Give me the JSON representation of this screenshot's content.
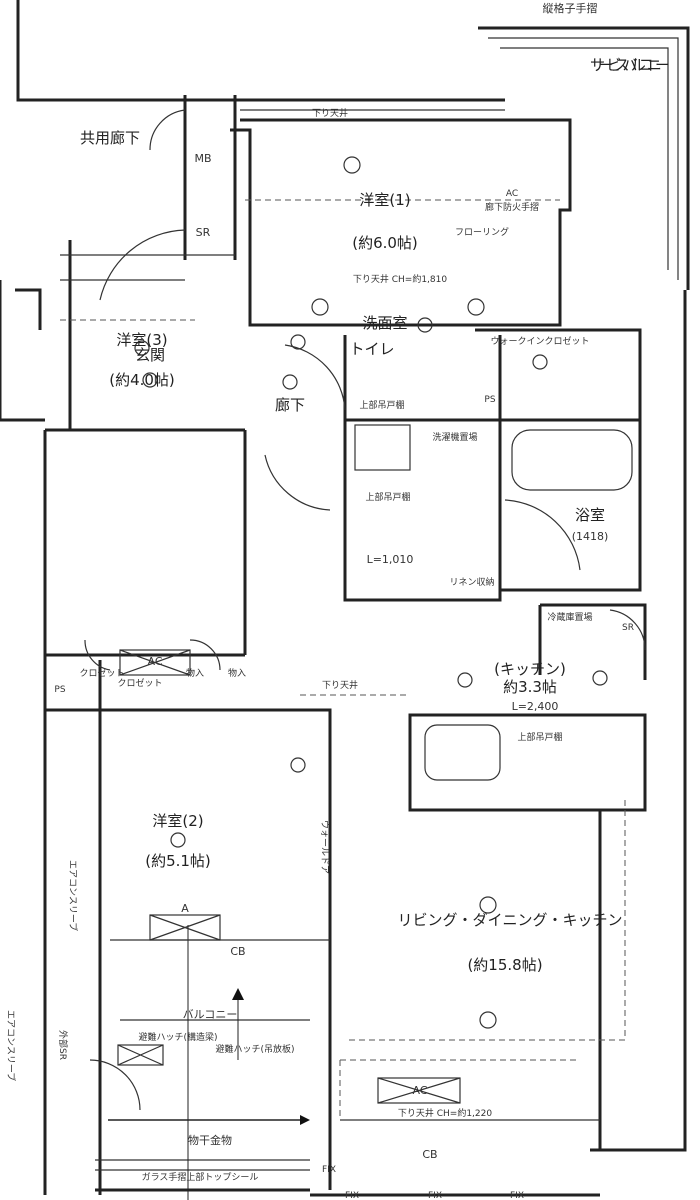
{
  "rooms": {
    "western1": {
      "name": "洋室(1)",
      "size": "(約6.0帖)",
      "ceiling": "下り天井 CH=約1,810"
    },
    "western2": {
      "name": "洋室(2)",
      "size": "(約5.1帖)"
    },
    "western3": {
      "name": "洋室(3)",
      "size": "(約4.0帖)"
    },
    "ldk": {
      "name": "リビング・ダイニング・キッチン",
      "size": "(約15.8帖)",
      "ceiling": "下り天井 CH=約1,220"
    },
    "kitchen": {
      "name": "(キッチン)",
      "size": "約3.3帖",
      "counter": "L=2,400",
      "cabinet": "上部吊戸棚"
    },
    "bath": {
      "name": "浴室",
      "size": "(1418)"
    },
    "washroom": {
      "name": "洗面室",
      "counter": "L=1,010",
      "cabinet": "上部吊戸棚",
      "washer": "洗濯機置場",
      "linen": "リネン収納"
    },
    "toilet": {
      "name": "トイレ",
      "cabinet": "上部吊戸棚"
    },
    "entrance": {
      "name": "玄関"
    },
    "hallway": {
      "name": "廊下"
    },
    "walkin": {
      "name": "ウォークインクロゼット"
    },
    "common_corridor": {
      "name": "共用廊下"
    },
    "service_balcony": {
      "name": "サービスバルコニー"
    },
    "balcony": {
      "name": "バルコニー"
    }
  },
  "labels": {
    "lattice_rail": "縦格子手摺",
    "fire_rail": "廊下防火手摺",
    "mb": "MB",
    "sr": "SR",
    "ps": "PS",
    "ac": "AC",
    "cb": "CB",
    "storage": "物入",
    "closet": "クロゼット",
    "fridge": "冷蔵庫置場",
    "lowered_ceiling": "下り天井",
    "wall_door": "ウォールドア",
    "aircon_sleeve": "エアコンスリーブ",
    "hatch1": "避難ハッチ(構造梁)",
    "hatch2": "避難ハッチ(吊放板)",
    "outdoor_sr": "外部SR",
    "drying": "物干金物",
    "glass_rail": "ガラス手摺上部トップシール",
    "fix": "FIX",
    "flooring": "フローリング",
    "a_mark": "A"
  }
}
